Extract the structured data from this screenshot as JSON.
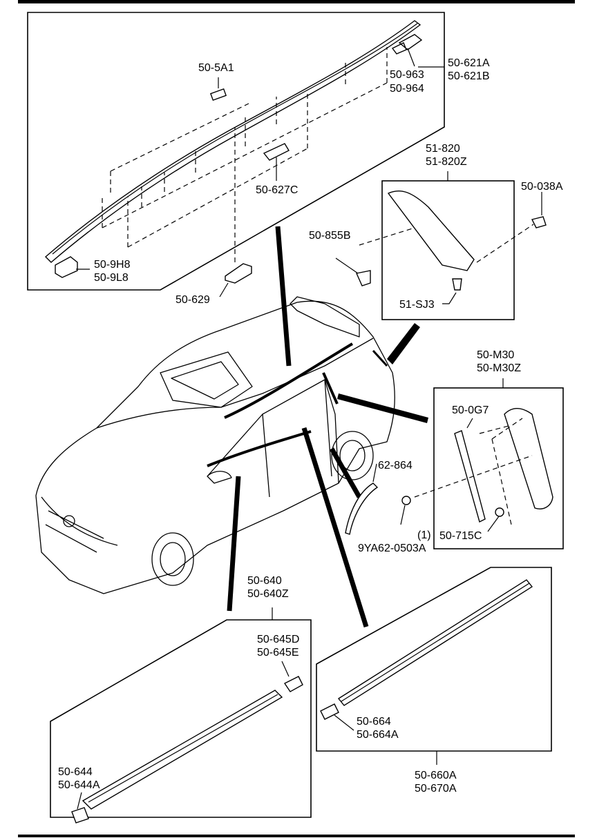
{
  "labels": {
    "roof_rail": [
      "50-621A",
      "50-621B"
    ],
    "roof_cap": "50-5A1",
    "end_cap_rear": [
      "50-963",
      "50-964"
    ],
    "roof_clip": "50-627C",
    "end_cap_front": [
      "50-9H8",
      "50-9L8"
    ],
    "roof_bracket": "50-629",
    "garnish": [
      "51-820",
      "51-820Z"
    ],
    "clip_038": "50-038A",
    "clip_855": "50-855B",
    "clip_sj3": "51-SJ3",
    "pillar": [
      "50-M30",
      "50-M30Z"
    ],
    "seal": "50-0G7",
    "weatherstrip": "62-864",
    "fastener_qty": "(1)",
    "fastener": "9YA62-0503A",
    "clip_715": "50-715C",
    "front_molding": [
      "50-640",
      "50-640Z"
    ],
    "front_end": [
      "50-645D",
      "50-645E"
    ],
    "front_clip": [
      "50-644",
      "50-644A"
    ],
    "rear_molding": [
      "50-660A",
      "50-670A"
    ],
    "rear_clip": [
      "50-664",
      "50-664A"
    ]
  }
}
